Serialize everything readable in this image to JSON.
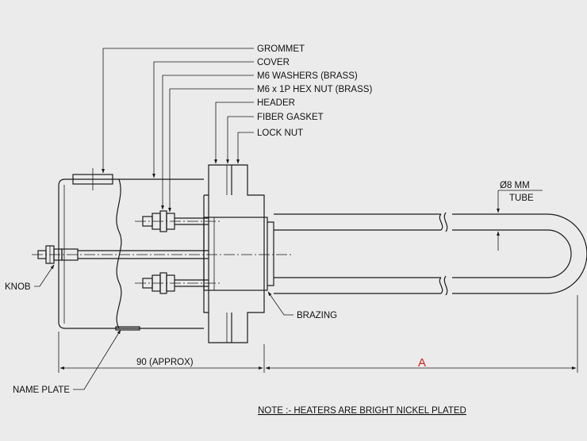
{
  "labels": {
    "grommet": "GROMMET",
    "cover": "COVER",
    "washers": "M6 WASHERS (BRASS)",
    "hex_nut": "M6 x 1P HEX NUT (BRASS)",
    "header": "HEADER",
    "fiber_gasket": "FIBER GASKET",
    "lock_nut": "LOCK NUT",
    "tube_dia": "Ø8   MM",
    "tube": "TUBE",
    "knob": "KNOB",
    "brazing": "BRAZING",
    "name_plate": "NAME PLATE"
  },
  "dimensions": {
    "overall_approx": "90 (APPROX)",
    "length_a": "A"
  },
  "note": "NOTE  :- HEATERS ARE BRIGHT NICKEL PLATED",
  "colors": {
    "background": "#ebebeb",
    "line": "#1a1a1a",
    "dimension_a": "#d9231c"
  }
}
